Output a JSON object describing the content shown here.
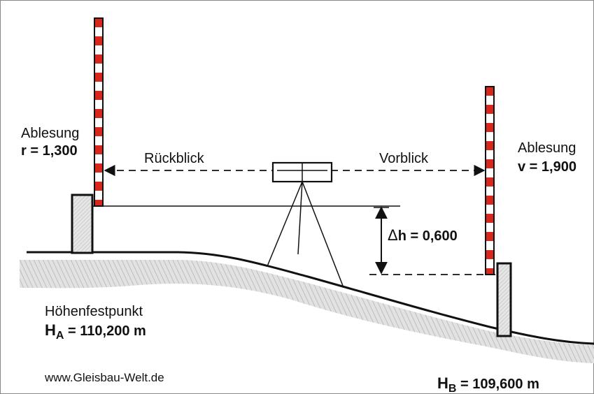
{
  "left_reading": {
    "caption": "Ablesung",
    "value": "r = 1,300"
  },
  "right_reading": {
    "caption": "Ablesung",
    "value": "v = 1,900"
  },
  "backsight_label": "Rückblick",
  "foresight_label": "Vorblick",
  "delta_h": {
    "symbol": "Δ",
    "text": "h = 0,600"
  },
  "benchmark": {
    "title": "Höhenfestpunkt",
    "h_prefix": "H",
    "h_sub": "A",
    "h_value": " = 110,200 m"
  },
  "point_b": {
    "h_prefix": "H",
    "h_sub": "B",
    "h_value": " = 109,600 m"
  },
  "website": "www.Gleisbau-Welt.de",
  "colors": {
    "staff_red": "#d8281e",
    "staff_white": "#ffffff",
    "ground": "#d6d6d6",
    "line": "#111111"
  }
}
